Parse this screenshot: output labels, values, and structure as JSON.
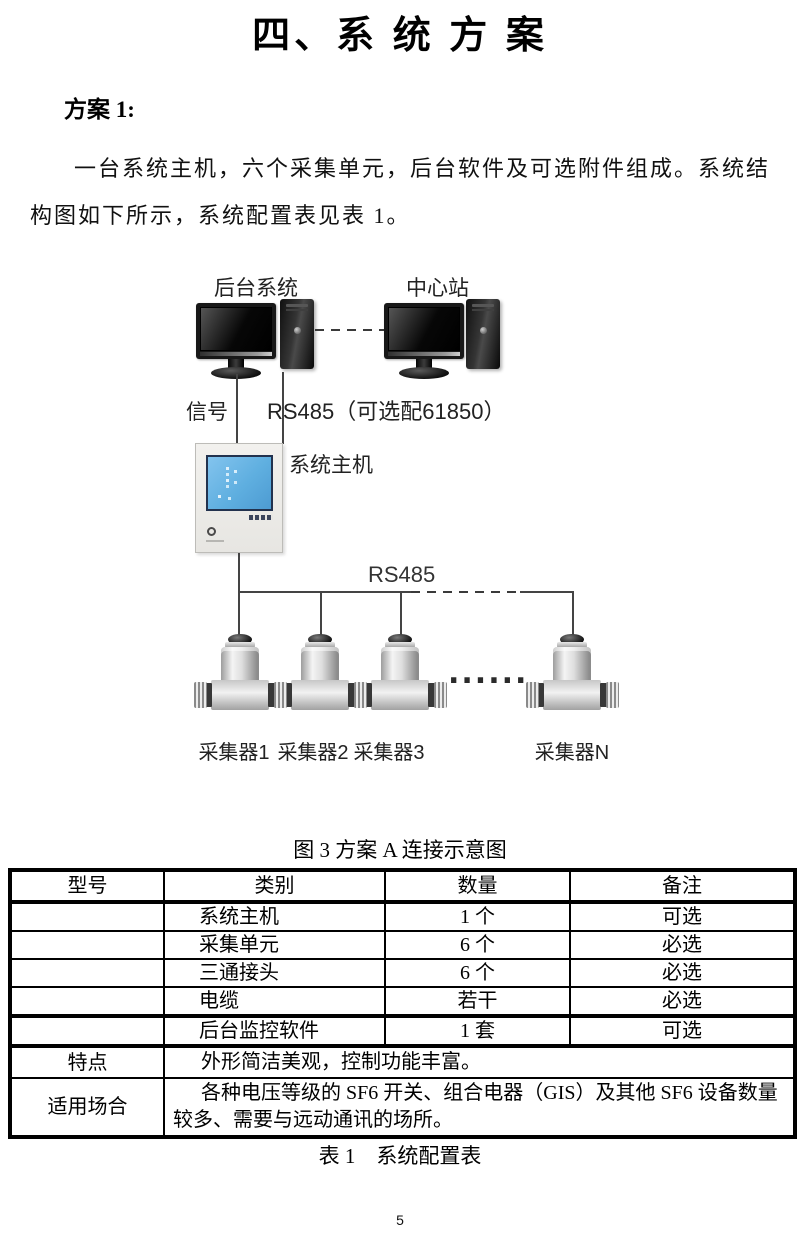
{
  "page": {
    "title": "四、系 统 方 案",
    "plan_heading": "方案 1:",
    "paragraph": "一台系统主机，六个采集单元，后台软件及可选附件组成。系统结构图如下所示，系统配置表见表 1。",
    "figure_caption": "图 3 方案 A 连接示意图",
    "table_caption": "表 1　系统配置表",
    "page_number": "5"
  },
  "diagram": {
    "backend_system_label": "后台系统",
    "center_station_label": "中心站",
    "signal_label": "信号",
    "rs485_top_label": "RS485（可选配61850）",
    "host_label": "系统主机",
    "rs485_bus_label": "RS485",
    "ellipsis": "......",
    "collector_labels": [
      "采集器1",
      "采集器2",
      "采集器3",
      "采集器N"
    ],
    "host_screen_color": "#5fafe0"
  },
  "table": {
    "headers": [
      "型号",
      "类别",
      "数量",
      "备注"
    ],
    "rows": [
      {
        "model": "",
        "category": "系统主机",
        "quantity": "1 个",
        "note": "可选"
      },
      {
        "model": "",
        "category": "采集单元",
        "quantity": "6 个",
        "note": "必选"
      },
      {
        "model": "",
        "category": "三通接头",
        "quantity": "6 个",
        "note": "必选"
      },
      {
        "model": "",
        "category": "电缆",
        "quantity": "若干",
        "note": "必选"
      },
      {
        "model": "",
        "category": "后台监控软件",
        "quantity": "1 套",
        "note": "可选"
      }
    ],
    "feature_row": {
      "label": "特点",
      "content": "外形简洁美观，控制功能丰富。"
    },
    "usage_row": {
      "label": "适用场合",
      "content": "各种电压等级的 SF6 开关、组合电器（GIS）及其他 SF6 设备数量较多、需要与远动通讯的场所。"
    }
  }
}
